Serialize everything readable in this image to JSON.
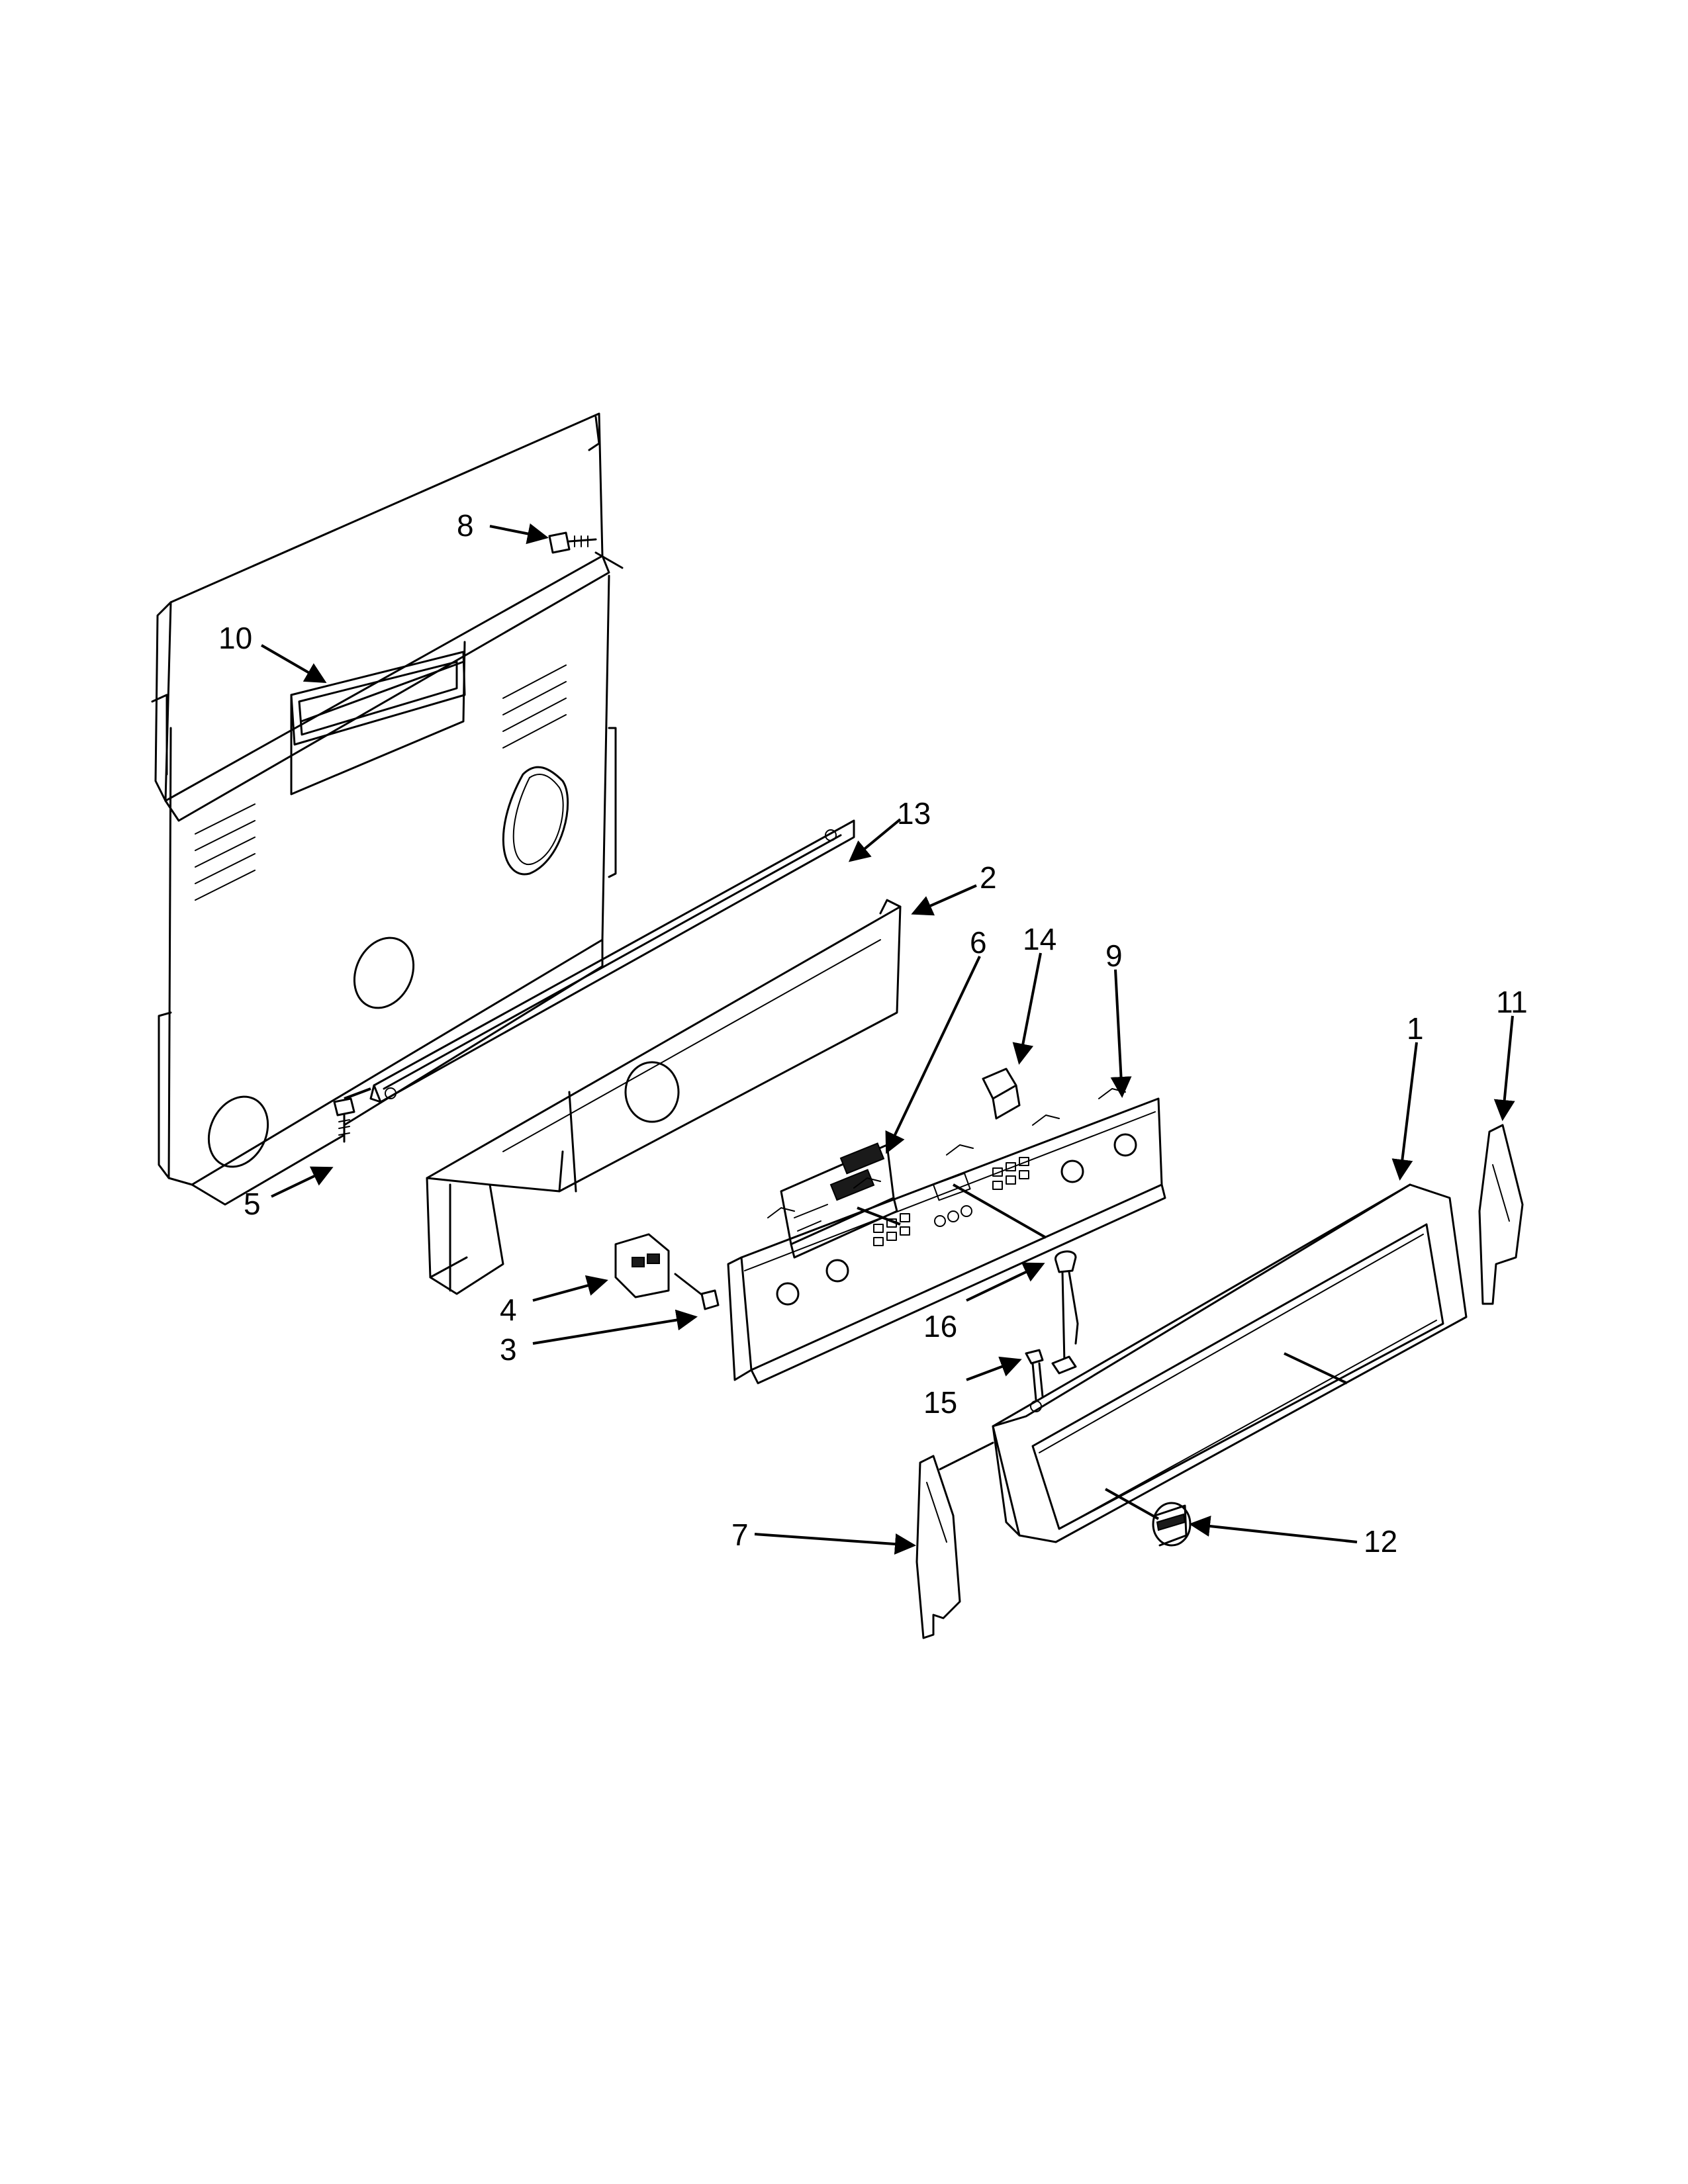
{
  "callouts": [
    {
      "id": "c8",
      "label": "8"
    },
    {
      "id": "c10",
      "label": "10"
    },
    {
      "id": "c13",
      "label": "13"
    },
    {
      "id": "c2",
      "label": "2"
    },
    {
      "id": "c6",
      "label": "6"
    },
    {
      "id": "c14",
      "label": "14"
    },
    {
      "id": "c9",
      "label": "9"
    },
    {
      "id": "c11",
      "label": "11"
    },
    {
      "id": "c1",
      "label": "1"
    },
    {
      "id": "c5",
      "label": "5"
    },
    {
      "id": "c4",
      "label": "4"
    },
    {
      "id": "c3",
      "label": "3"
    },
    {
      "id": "c16",
      "label": "16"
    },
    {
      "id": "c15",
      "label": "15"
    },
    {
      "id": "c7",
      "label": "7"
    },
    {
      "id": "c12",
      "label": "12"
    }
  ]
}
